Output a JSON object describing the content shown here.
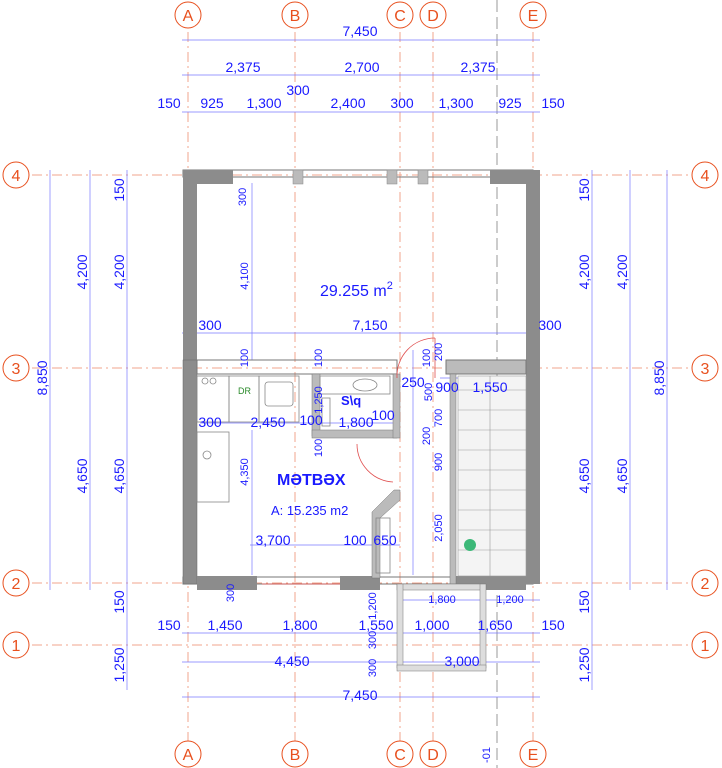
{
  "axes_top": [
    "A",
    "B",
    "C",
    "D",
    "E"
  ],
  "axes_side": [
    "4",
    "3",
    "2",
    "1"
  ],
  "top_dims": {
    "total": "7,450",
    "row2": [
      "2,375",
      "2,700",
      "2,375"
    ],
    "mid300": "300",
    "row3": [
      "150",
      "925",
      "1,300",
      "2,400",
      "300",
      "1,300",
      "925",
      "150"
    ]
  },
  "bottom_dims": {
    "row1": [
      "150",
      "1,450",
      "1,800",
      "1,550",
      "1,000",
      "1,650",
      "150"
    ],
    "row2": [
      "4,450",
      "3,000"
    ],
    "total": "7,450"
  },
  "left_dims": {
    "outer": "8,850",
    "mid": [
      "4,200",
      "4,650"
    ],
    "inner": [
      "150",
      "4,200",
      "4,650",
      "150",
      "1,250"
    ]
  },
  "right_dims": {
    "outer": "8,850",
    "mid": [
      "4,200",
      "4,650"
    ],
    "inner": [
      "150",
      "4,200",
      "4,650",
      "150",
      "1,250"
    ]
  },
  "rooms": {
    "living_area": "29.255 m",
    "living_sup": "2",
    "kitchen_name": "MƏTBƏX",
    "kitchen_area": "A: 15.235 m2",
    "wc_name": "S\\q",
    "dr_label": "DR"
  },
  "interior_dims": {
    "d300a": "300",
    "d4100": "4,100",
    "w300l": "300",
    "w7150": "7,150",
    "w300r": "300",
    "d100a": "100",
    "d100b": "100",
    "d100c": "100",
    "d200a": "200",
    "d250": "250",
    "d900a": "900",
    "d1550": "1,550",
    "d1250": "1,250",
    "d500": "500",
    "w300k": "300",
    "w2450": "2,450",
    "w100k": "100",
    "w1800": "1,800",
    "w100k2": "100",
    "d700": "700",
    "d200b": "200",
    "d100d": "100",
    "d4350": "4,350",
    "d900b": "900",
    "d2050": "2,050",
    "w3700": "3,700",
    "w100b": "100",
    "w650": "650",
    "d300b": "300",
    "d1200": "1,200",
    "w1800p": "1,800",
    "w1200p": "1,200",
    "d300c": "300",
    "d300d": "300",
    "sheet": "-01"
  },
  "colors": {
    "dim": "#1a1aff",
    "axis_bubble": "#e8501e",
    "axis_line": "#f2a48c",
    "wall": "#8c8c8c"
  }
}
